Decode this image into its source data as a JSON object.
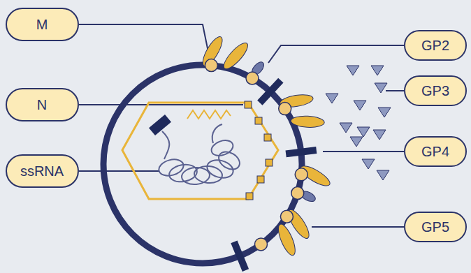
{
  "diagram": {
    "nodes": [
      {
        "text": [
          "M"
        ]
      },
      {
        "text": [
          "GP2"
        ]
      },
      {
        "text": [
          "GP3"
        ]
      },
      {
        "text": [
          "N"
        ]
      },
      {
        "text": [
          "GP4"
        ]
      },
      {
        "text": [
          "ssRNA"
        ]
      },
      {
        "text": [
          "GP5"
        ]
      }
    ]
  }
}
